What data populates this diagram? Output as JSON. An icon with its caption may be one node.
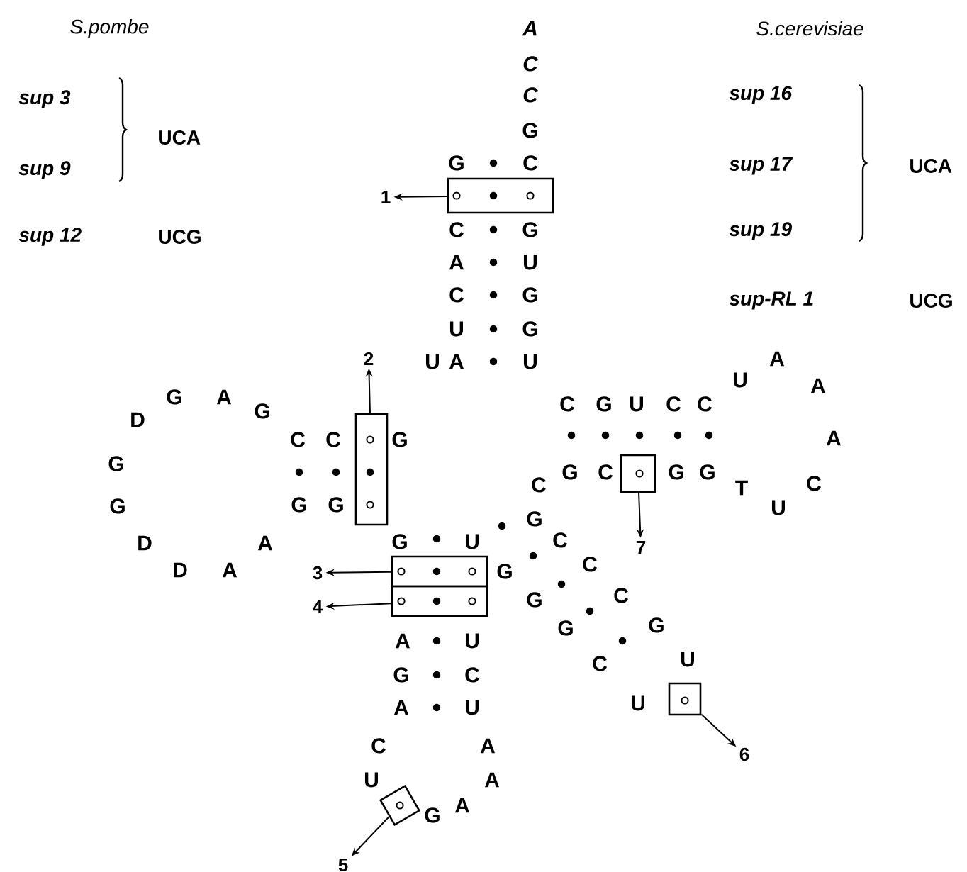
{
  "diagram": {
    "nodes": [
      {
        "text": [],
        "shape": "box"
      },
      {
        "text": [
          "1"
        ]
      },
      {
        "text": [],
        "shape": "box"
      },
      {
        "text": [
          "2"
        ]
      },
      {
        "text": [],
        "shape": "box"
      },
      {
        "text": [],
        "shape": "box"
      },
      {
        "text": [
          "3"
        ]
      },
      {
        "text": [
          "4"
        ]
      },
      {
        "text": [],
        "shape": "box"
      },
      {
        "text": [
          "5"
        ]
      },
      {
        "text": [],
        "shape": "box"
      },
      {
        "text": [
          "6"
        ]
      },
      {
        "text": [],
        "shape": "box"
      },
      {
        "text": [
          "7"
        ]
      }
    ],
    "edges": [
      {
        "from": 0,
        "to": 1,
        "arrow": "to"
      },
      {
        "from": 2,
        "to": 3,
        "arrow": "to"
      },
      {
        "from": 4,
        "to": 6,
        "arrow": "to"
      },
      {
        "from": 5,
        "to": 7,
        "arrow": "to"
      },
      {
        "from": 8,
        "to": 9,
        "arrow": "to"
      },
      {
        "from": 10,
        "to": 11,
        "arrow": "to"
      },
      {
        "from": 12,
        "to": 13,
        "arrow": "to"
      }
    ],
    "labels": [
      "S.pombe",
      "sup 3",
      "UCA",
      "sup 9",
      "sup 12",
      "UCG",
      "S.cerevisiae",
      "sup 16",
      "sup 17",
      "UCA",
      "sup 19",
      "sup-RL 1",
      "UCG",
      "A",
      "C",
      "C",
      "G",
      "G",
      "C",
      "C",
      "G",
      "A",
      "U",
      "C",
      "G",
      "U",
      "G",
      "U",
      "A",
      "U",
      "C",
      "C",
      "G",
      "G",
      "G",
      "D",
      "G",
      "A",
      "G",
      "G",
      "G",
      "D",
      "D",
      "A",
      "A",
      "G",
      "U",
      "G",
      "A",
      "U",
      "G",
      "C",
      "A",
      "U",
      "C",
      "A",
      "U",
      "A",
      "G",
      "A",
      "C",
      "G",
      "U",
      "C",
      "C",
      "C",
      "G",
      "C",
      "G",
      "G",
      "U",
      "A",
      "A",
      "A",
      "T",
      "C",
      "U",
      "G",
      "C",
      "C",
      "G",
      "C",
      "G",
      "G",
      "C",
      "U",
      "U"
    ]
  }
}
